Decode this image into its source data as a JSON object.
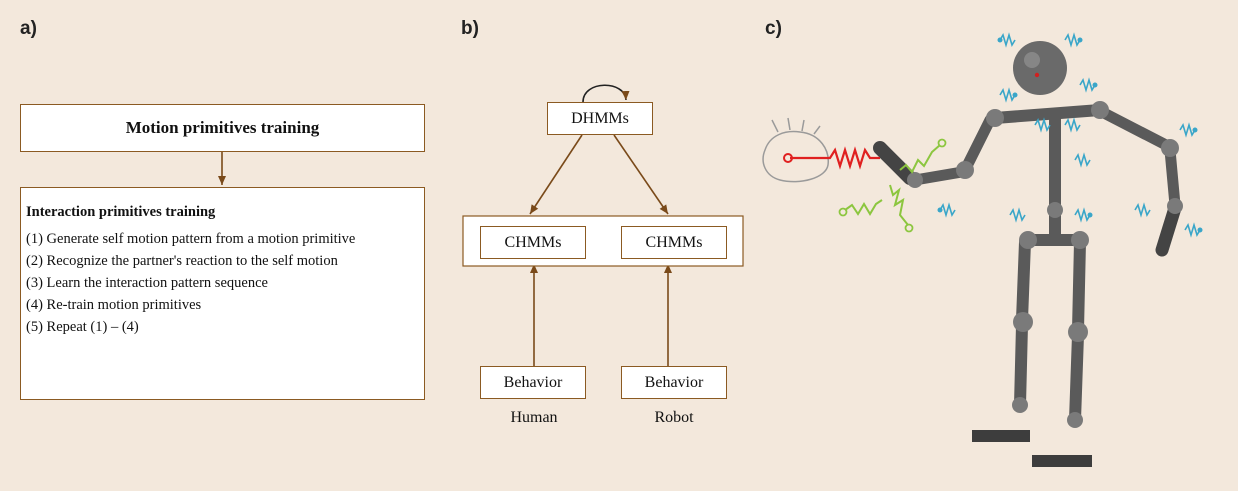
{
  "panels": {
    "a": {
      "label": "a)",
      "title_box": "Motion primitives training",
      "list_heading": "Interaction primitives training",
      "items": [
        "(1) Generate self motion pattern from a motion primitive",
        "(2) Recognize the partner's reaction to the self motion",
        "(3) Learn the interaction pattern sequence",
        "(4) Re-train motion primitives",
        "(5) Repeat (1) – (4)"
      ]
    },
    "b": {
      "label": "b)",
      "top_node": "DHMMs",
      "mid_nodes": [
        "CHMMs",
        "CHMMs"
      ],
      "bottom_nodes": [
        "Behavior",
        "Behavior"
      ],
      "captions": [
        "Human",
        "Robot"
      ]
    },
    "c": {
      "label": "c)"
    }
  },
  "colors": {
    "background": "#f3e8dc",
    "box_border": "#8b5a22",
    "arrow": "#7a4a1a",
    "robot_body": "#555555",
    "spring_blue": "#3aa6c9",
    "spring_green": "#8cc63f",
    "spring_red": "#e02020"
  }
}
